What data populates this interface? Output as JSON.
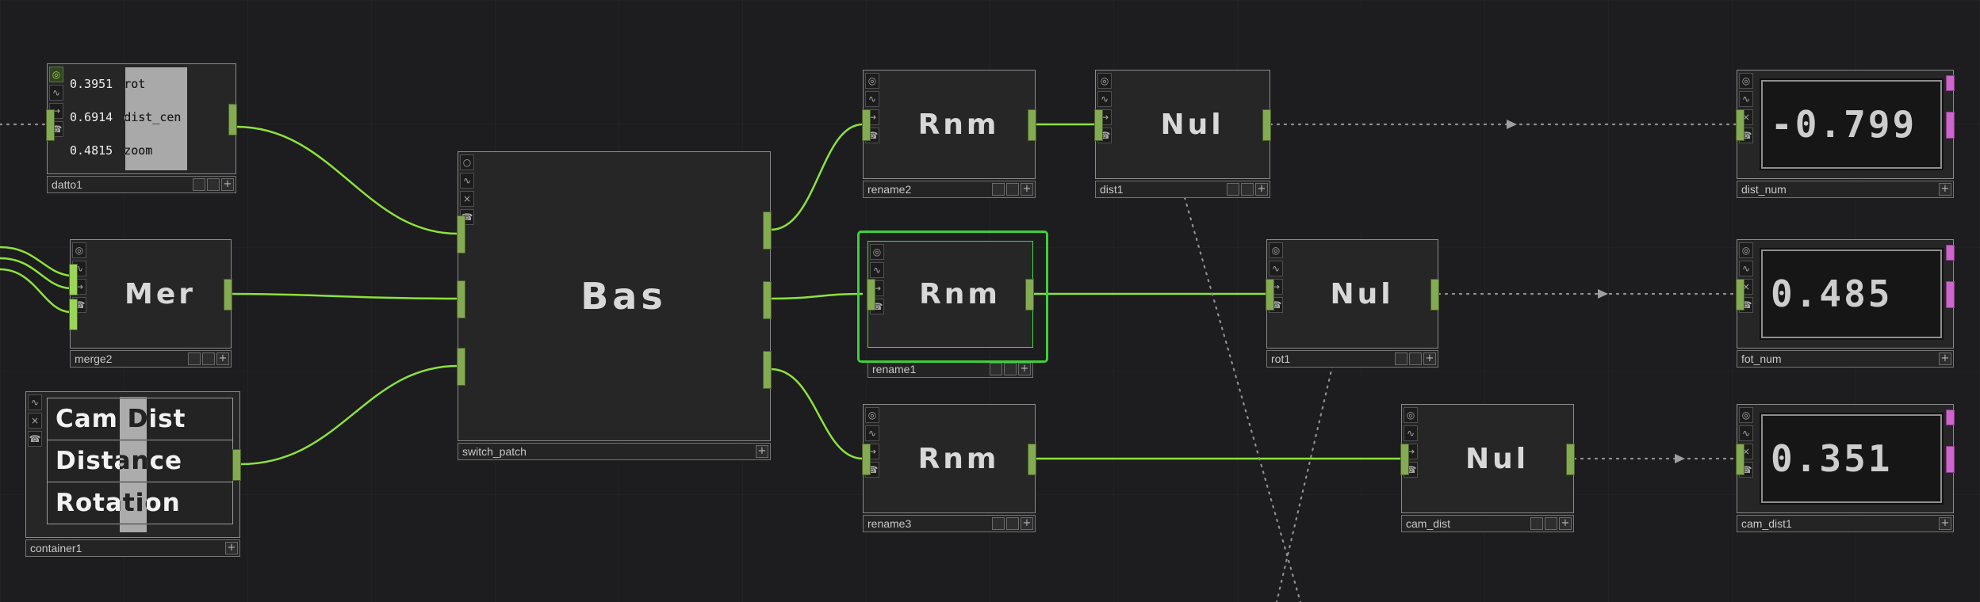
{
  "colors": {
    "background": "#1d1d1f",
    "wire_green": "#8de33a",
    "connector_green": "#84aa52",
    "connector_magenta": "#cc66cc",
    "selection_green": "#3ecf3e",
    "dashed_gray": "#8f8f8f"
  },
  "icons": {
    "viewer": "◎",
    "viewer_off": "○",
    "plot": "∿",
    "bypass": "→",
    "cross": "×",
    "phone": "☎"
  },
  "chrome": {
    "plus": "+"
  },
  "nodes": {
    "datto1": {
      "name": "datto1",
      "rows": [
        {
          "value": "0.3951",
          "label": "rot"
        },
        {
          "value": "0.6914",
          "label": "dist_cen"
        },
        {
          "value": "0.4815",
          "label": "zoom"
        }
      ]
    },
    "merge2": {
      "label": "Mer",
      "name": "merge2"
    },
    "container1": {
      "name": "container1",
      "buttons": [
        "Cam Dist",
        "Distance",
        "Rotation"
      ]
    },
    "switch_patch": {
      "label": "Bas",
      "name": "switch_patch"
    },
    "rename2": {
      "label": "Rnm",
      "name": "rename2"
    },
    "dist1": {
      "label": "Nul",
      "name": "dist1"
    },
    "rename1": {
      "label": "Rnm",
      "name": "rename1"
    },
    "rot1": {
      "label": "Nul",
      "name": "rot1"
    },
    "rename3": {
      "label": "Rnm",
      "name": "rename3"
    },
    "cam_dist": {
      "label": "Nul",
      "name": "cam_dist"
    },
    "dist_num": {
      "name": "dist_num",
      "value": "-0.799"
    },
    "fot_num": {
      "name": "fot_num",
      "value": "0.485"
    },
    "cam_dist1": {
      "name": "cam_dist1",
      "value": "0.351"
    }
  }
}
